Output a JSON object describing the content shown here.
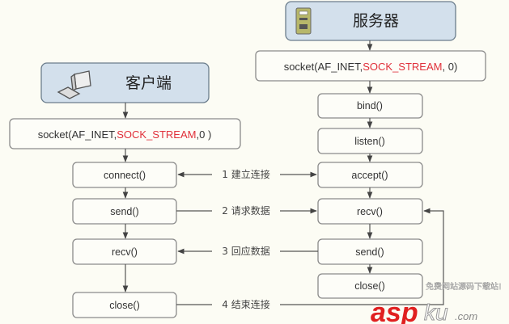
{
  "server": {
    "title": "服务器",
    "icon": "server-icon",
    "socket": {
      "prefix": "socket(AF_INET,",
      "highlight": "SOCK_STREAM",
      "suffix": ", 0)"
    },
    "steps": [
      "bind()",
      "listen()",
      "accept()",
      "recv()",
      "send()",
      "close()"
    ]
  },
  "client": {
    "title": "客户端",
    "icon": "computer-icon",
    "socket": {
      "prefix": "socket(AF_INET,",
      "highlight": "SOCK_STREAM",
      "suffix": ",0 )"
    },
    "steps": [
      "connect()",
      "send()",
      "recv()",
      "close()"
    ]
  },
  "connections": [
    "1 建立连接",
    "2 请求数据",
    "3 回应数据",
    "4 结束连接"
  ],
  "colors": {
    "highlight": "#e0303a",
    "header_fill": "#d3e0ec"
  },
  "watermark": {
    "brand_red": "asp",
    "brand_gray": "ku",
    "domain": ".com",
    "tagline": "免费网站源码下载站!"
  }
}
